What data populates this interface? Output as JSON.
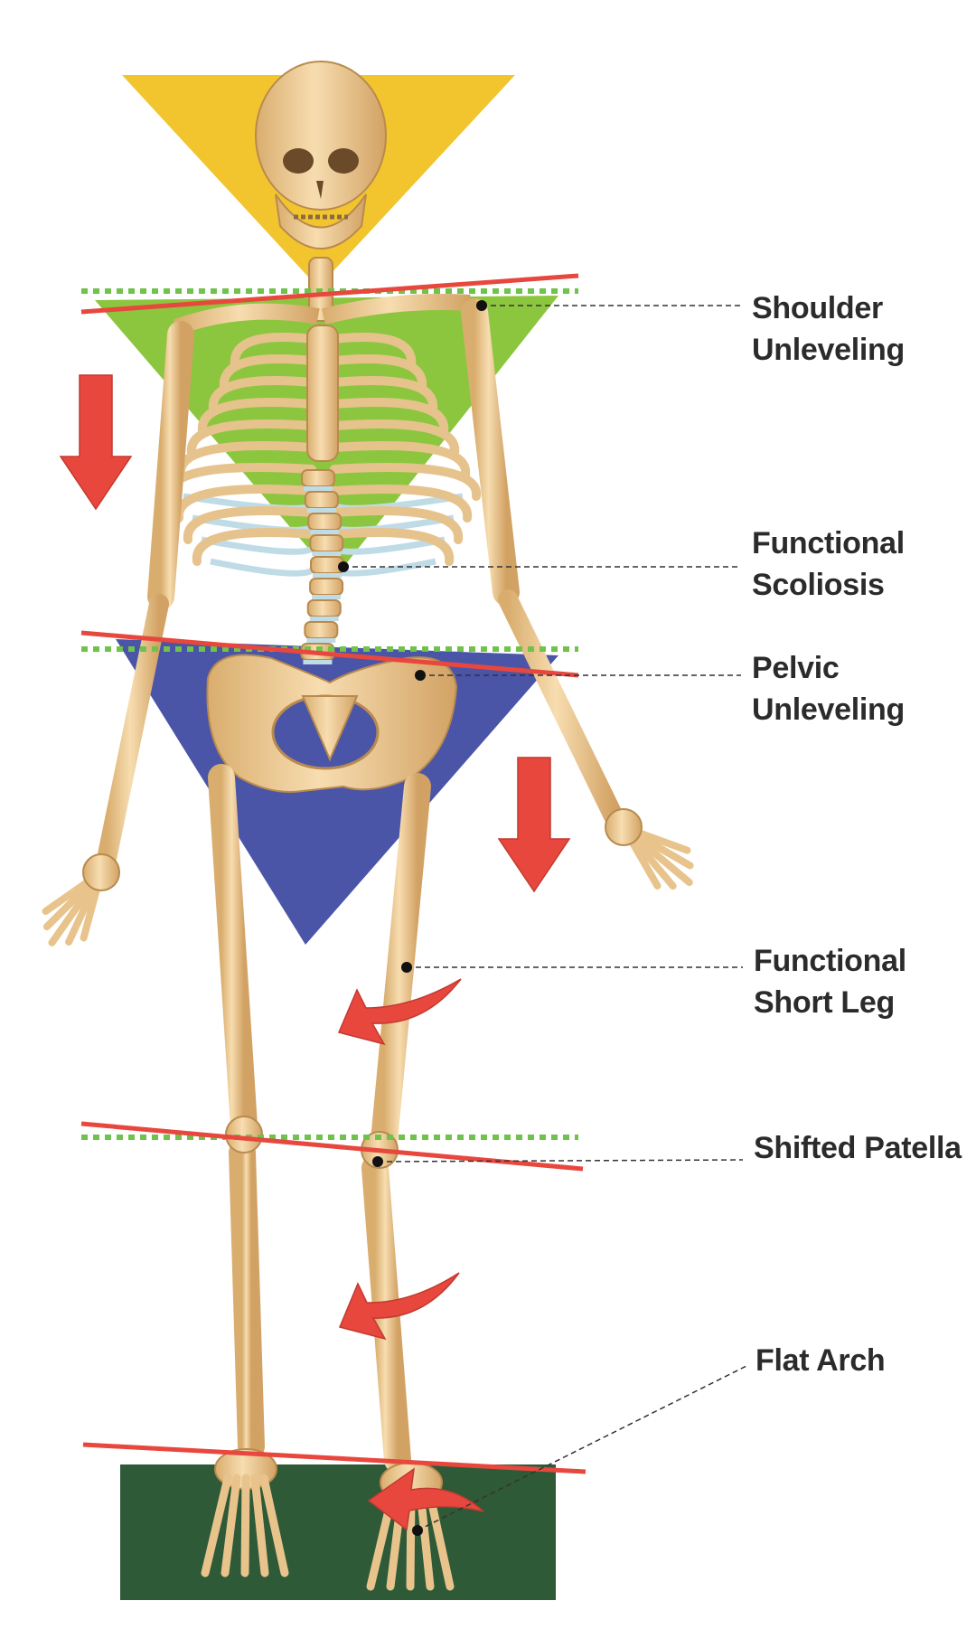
{
  "labels": {
    "shoulder": [
      "Shoulder",
      "Unleveling"
    ],
    "scoliosis": [
      "Functional",
      "Scoliosis"
    ],
    "pelvic": [
      "Pelvic",
      "Unleveling"
    ],
    "short_leg": [
      "Functional",
      "Short Leg"
    ],
    "patella": [
      "Shifted Patella"
    ],
    "arch": [
      "Flat Arch"
    ]
  },
  "colors": {
    "head_triangle": "#f2c52e",
    "shoulder_triangle": "#8cc63f",
    "pelvic_triangle": "#4a55a8",
    "floor": "#2e5a38",
    "tilt_line": "#e8473e",
    "level_line": "#6fc24a",
    "arrow": "#e8473e",
    "bone": "#f0cf98",
    "bone_stroke": "#b98a4e",
    "rib_cartilage": "#bfdbe6"
  },
  "icons": [
    "down-arrow-icon",
    "curved-arrow-icon"
  ]
}
